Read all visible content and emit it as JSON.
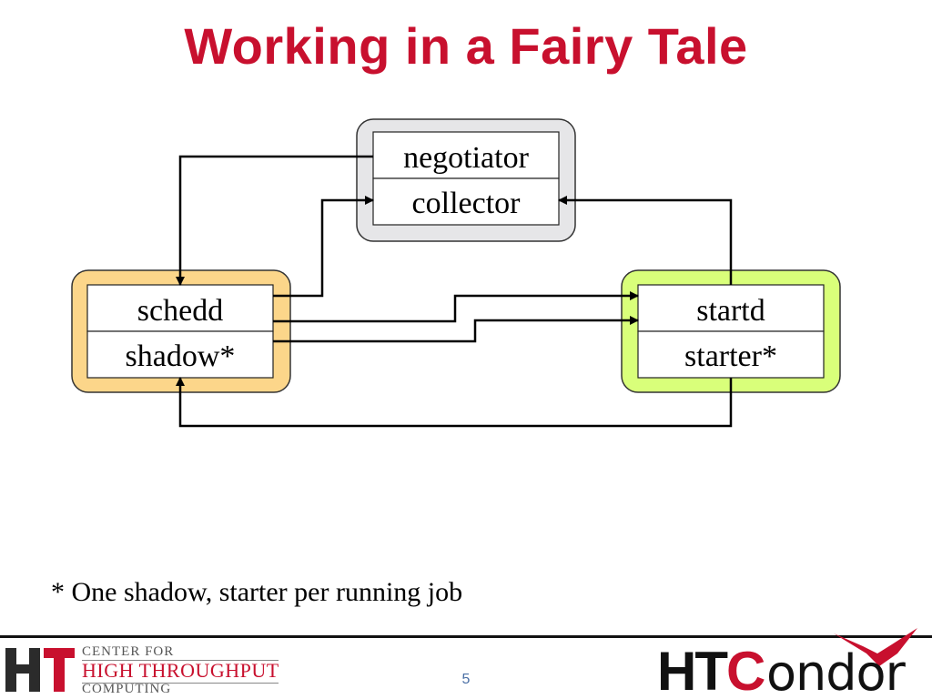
{
  "slide": {
    "title": "Working in a Fairy Tale",
    "footnote": "* One shadow, starter per running job",
    "page_number": "5"
  },
  "diagram": {
    "nodes": {
      "central_manager": {
        "top": "negotiator",
        "bottom": "collector"
      },
      "submit": {
        "top": "schedd",
        "bottom": "shadow*"
      },
      "execute": {
        "top": "startd",
        "bottom": "starter*"
      }
    },
    "colors": {
      "central_manager_fill": "#e6e6e8",
      "submit_fill": "#fcd68a",
      "execute_fill": "#d9ff7a",
      "arrow": "#000000",
      "title": "#c8102e"
    }
  },
  "footer": {
    "left_logo": {
      "mark": "HT",
      "line1": "CENTER FOR",
      "line2": "HIGH THROUGHPUT",
      "line3": "COMPUTING"
    },
    "right_logo": {
      "mark": "HT",
      "mark_c": "C",
      "rest": "ondor",
      "icon": "condor-bird-icon"
    }
  }
}
